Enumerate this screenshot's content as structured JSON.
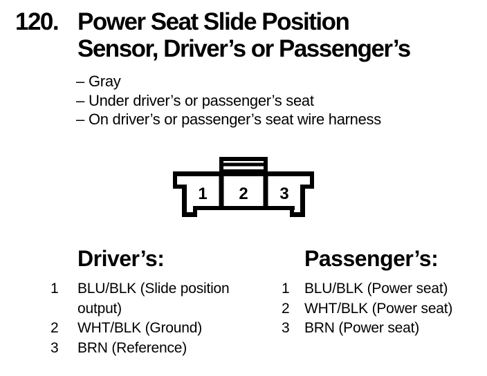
{
  "page": {
    "background_color": "#ffffff",
    "text_color": "#000000"
  },
  "title": {
    "number": "120.",
    "line1": "Power Seat Slide Position",
    "line2": "Sensor, Driver’s or Passenger’s"
  },
  "details": {
    "dash": "–",
    "items": [
      "Gray",
      "Under driver’s or passenger’s seat",
      "On driver’s or passenger’s seat wire harness"
    ]
  },
  "connector": {
    "pins": [
      "1",
      "2",
      "3"
    ],
    "outline_color": "#000000"
  },
  "drivers": {
    "heading": "Driver’s:",
    "items": [
      {
        "num": "1",
        "lines": [
          "BLU/BLK (Slide position",
          "output)"
        ]
      },
      {
        "num": "2",
        "lines": [
          "WHT/BLK (Ground)"
        ]
      },
      {
        "num": "3",
        "lines": [
          "BRN (Reference)"
        ]
      }
    ]
  },
  "passengers": {
    "heading": "Passenger’s:",
    "items": [
      {
        "num": "1",
        "lines": [
          "BLU/BLK (Power seat)"
        ]
      },
      {
        "num": "2",
        "lines": [
          "WHT/BLK (Power seat)"
        ]
      },
      {
        "num": "3",
        "lines": [
          "BRN (Power seat)"
        ]
      }
    ]
  }
}
